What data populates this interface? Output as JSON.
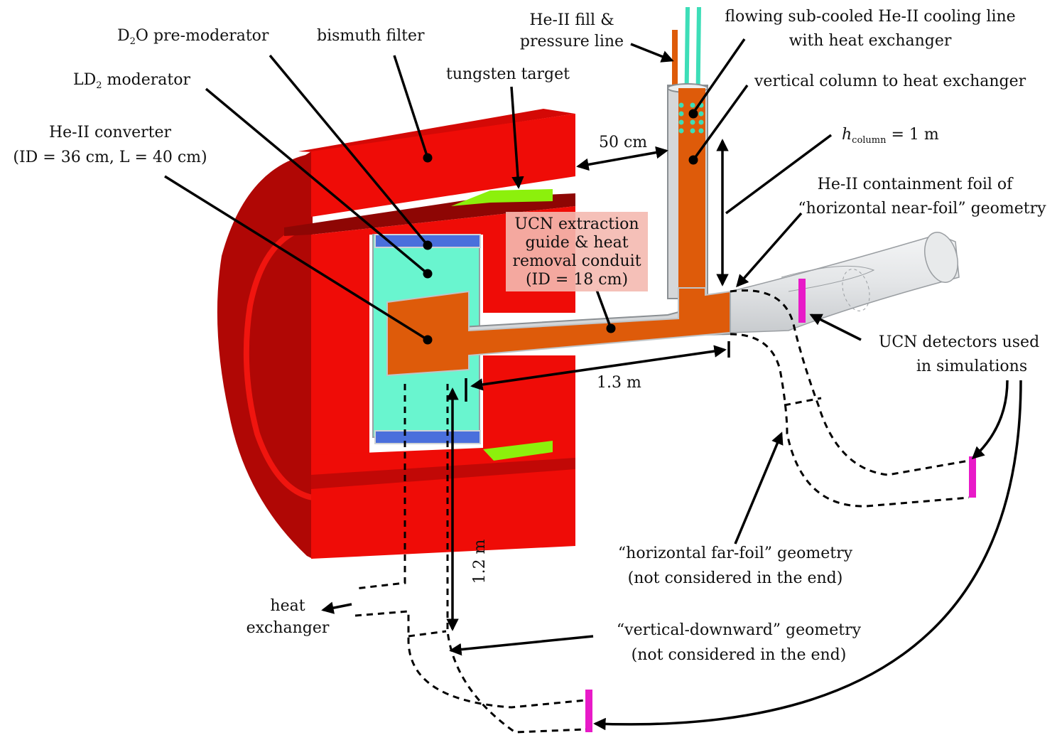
{
  "colors": {
    "shield_red": "#ef0c07",
    "shield_dark": "#b00705",
    "helium_orange": "#de5b0a",
    "d2o_blue": "#4a6fdc",
    "ld2_cyan": "#69f5cf",
    "tungsten_green": "#8cf00c",
    "detector_magenta": "#e81ac8",
    "steel_grey": "#d5d7d9",
    "cooling_cyan": "#3ddeb8"
  },
  "labels": {
    "d2o_premoderator": {
      "main": "D",
      "sub": "2",
      "rest": "O pre-moderator"
    },
    "bismuth_filter": "bismuth filter",
    "he2_fill_line_1": "He-II fill &",
    "he2_fill_line_2": "pressure line",
    "cooling_line_1": "flowing sub-cooled He-II cooling line",
    "cooling_line_2": "with heat exchanger",
    "ld2_moderator": {
      "main": "LD",
      "sub": "2",
      "rest": " moderator"
    },
    "tungsten_target": "tungsten target",
    "vertical_column": "vertical column to heat exchanger",
    "he2_converter_1": "He-II converter",
    "he2_converter_2": "(ID = 36 cm, L = 40 cm)",
    "dim_50cm": "50 cm",
    "h_column": {
      "main": "h",
      "sub": "column",
      "rest": " = 1 m"
    },
    "containment_foil_1": "He-II containment foil of",
    "containment_foil_2": "“horizontal near-foil” geometry",
    "extraction_guide_1": "UCN extraction",
    "extraction_guide_2": "guide & heat",
    "extraction_guide_3": "removal conduit",
    "extraction_guide_4": "(ID = 18 cm)",
    "ucn_detectors_1": "UCN detectors used",
    "ucn_detectors_2": "in simulations",
    "dim_1_3m": "1.3 m",
    "dim_1_2m": "1.2 m",
    "far_foil_1": "“horizontal far-foil” geometry",
    "far_foil_2": "(not considered in the end)",
    "heat_exchanger_1": "heat",
    "heat_exchanger_2": "exchanger",
    "vertical_downward_1": "“vertical-downward” geometry",
    "vertical_downward_2": "(not considered in the end)"
  }
}
